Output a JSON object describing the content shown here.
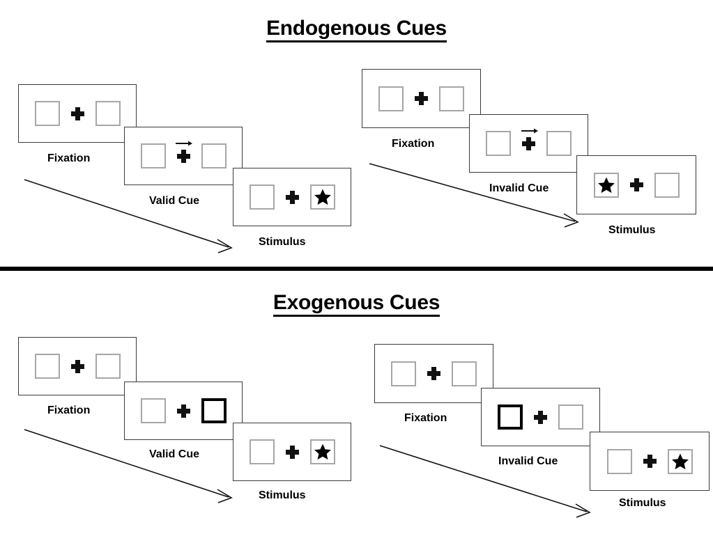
{
  "sections": [
    {
      "id": "endogenous",
      "title": "Endogenous Cues",
      "sequences": [
        {
          "id": "endogenous-valid",
          "panels": [
            {
              "label": "Fixation",
              "left_box": "empty",
              "right_box": "empty",
              "cue": "none"
            },
            {
              "label": "Valid Cue",
              "left_box": "empty",
              "right_box": "empty",
              "cue": "arrow-right"
            },
            {
              "label": "Stimulus",
              "left_box": "empty",
              "right_box": "star",
              "cue": "none"
            }
          ]
        },
        {
          "id": "endogenous-invalid",
          "panels": [
            {
              "label": "Fixation",
              "left_box": "empty",
              "right_box": "empty",
              "cue": "none"
            },
            {
              "label": "Invalid Cue",
              "left_box": "empty",
              "right_box": "empty",
              "cue": "arrow-right"
            },
            {
              "label": "Stimulus",
              "left_box": "star",
              "right_box": "empty",
              "cue": "none"
            }
          ]
        }
      ]
    },
    {
      "id": "exogenous",
      "title": "Exogenous Cues",
      "sequences": [
        {
          "id": "exogenous-valid",
          "panels": [
            {
              "label": "Fixation",
              "left_box": "empty",
              "right_box": "empty",
              "cue": "none"
            },
            {
              "label": "Valid Cue",
              "left_box": "empty",
              "right_box": "highlight",
              "cue": "none"
            },
            {
              "label": "Stimulus",
              "left_box": "empty",
              "right_box": "star",
              "cue": "none"
            }
          ]
        },
        {
          "id": "exogenous-invalid",
          "panels": [
            {
              "label": "Fixation",
              "left_box": "empty",
              "right_box": "empty",
              "cue": "none"
            },
            {
              "label": "Invalid Cue",
              "left_box": "highlight",
              "right_box": "empty",
              "cue": "none"
            },
            {
              "label": "Stimulus",
              "left_box": "empty",
              "right_box": "star",
              "cue": "none"
            }
          ]
        }
      ]
    }
  ],
  "icons": {
    "star": "star-icon",
    "fixation_cross": "plus-icon",
    "cue_arrow": "arrow-right-icon",
    "time_arrow": "time-flow-arrow-icon"
  },
  "colors": {
    "background": "#ffffff",
    "ink": "#000000",
    "panel_border": "#3a3a3a",
    "box_border": "#a6a6a6",
    "cue_box_border": "#000000",
    "divider": "#000000"
  }
}
